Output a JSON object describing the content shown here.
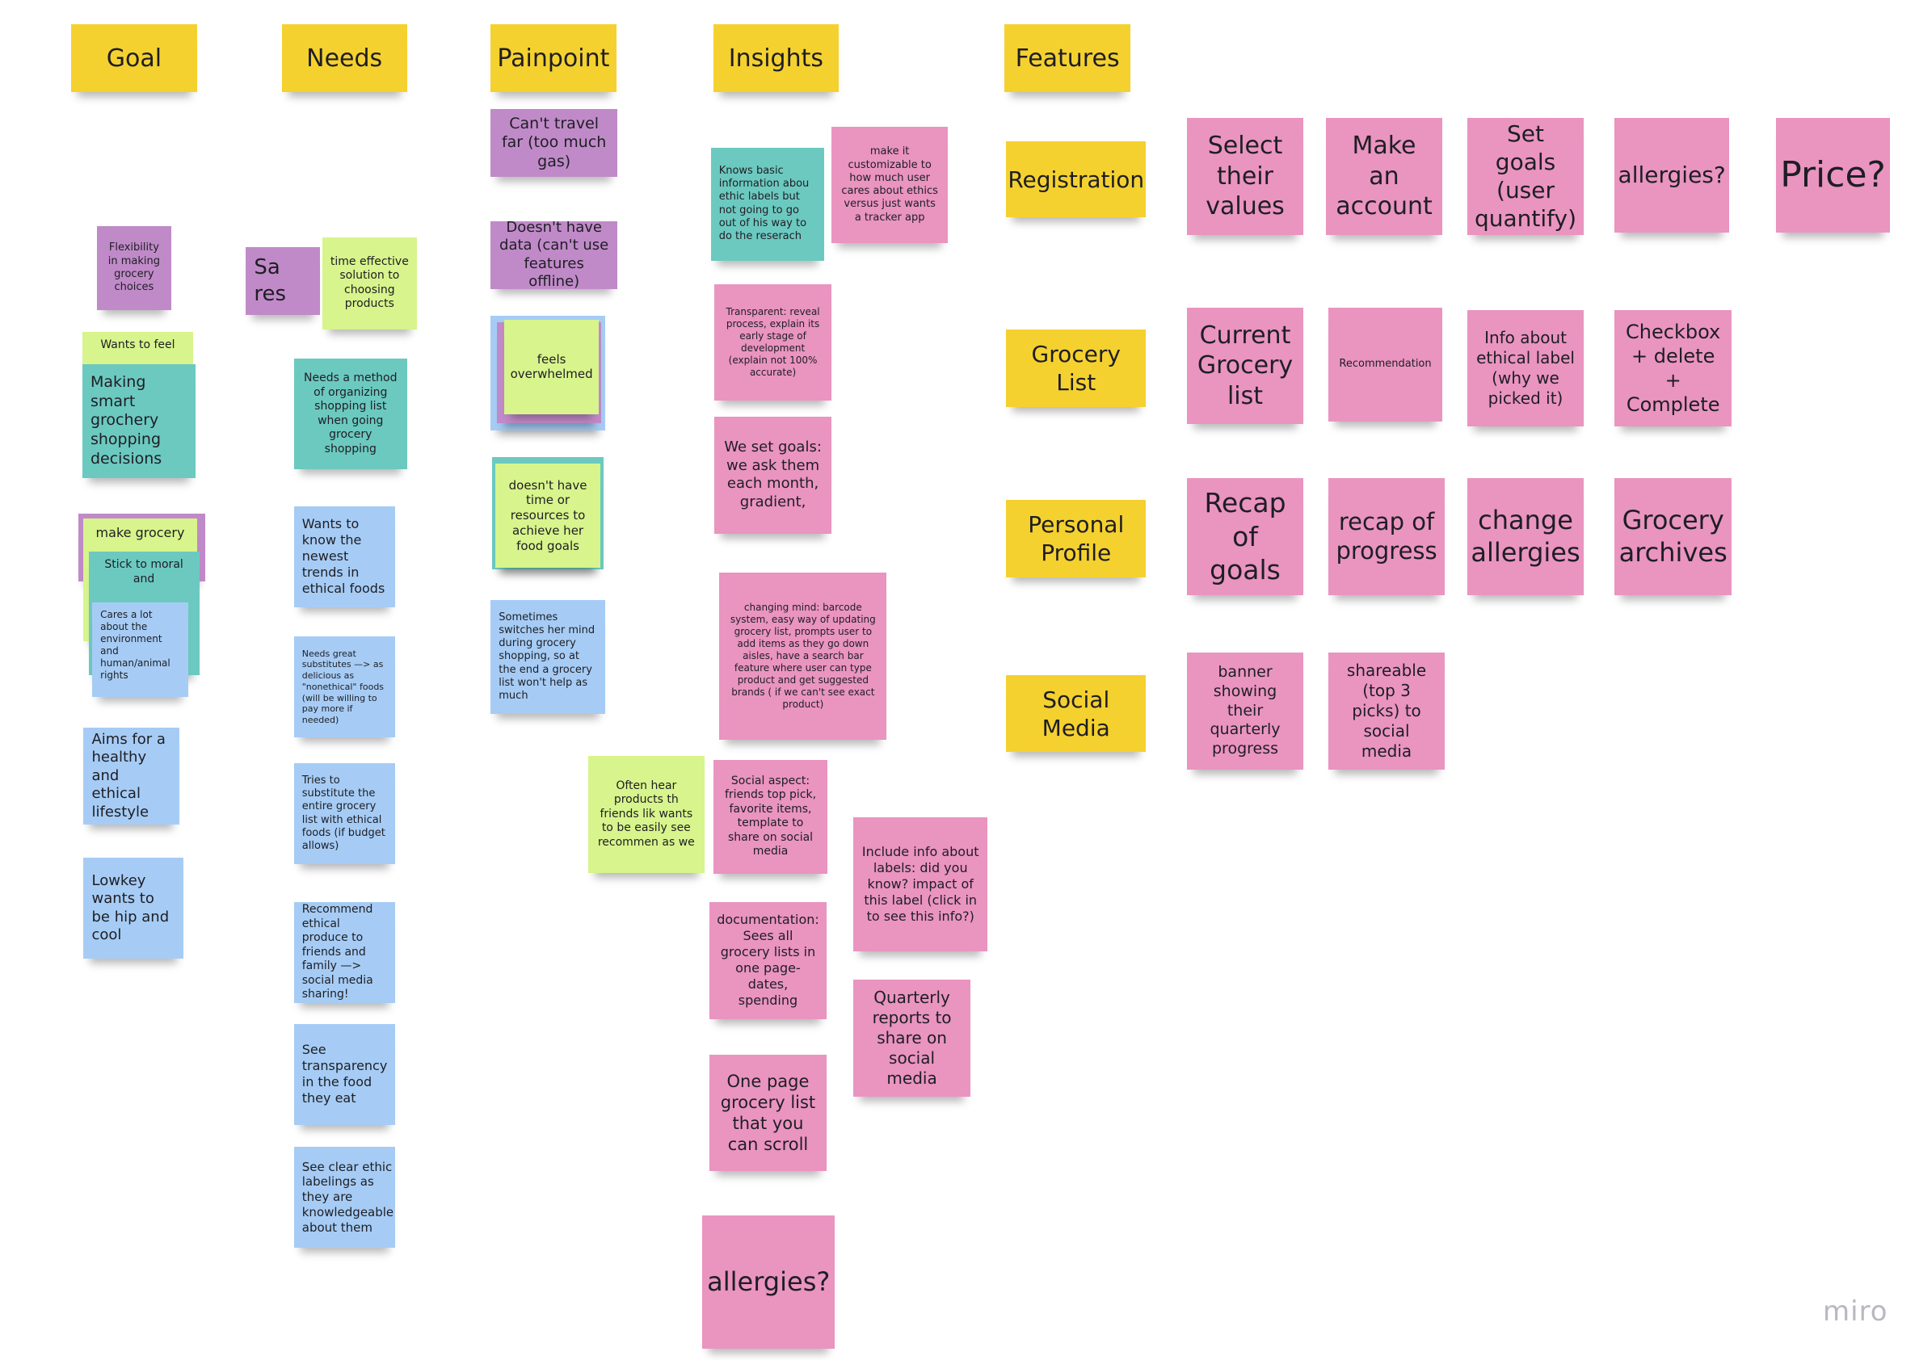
{
  "colors": {
    "yellow": "#f5d12f",
    "pink": "#ea94c0",
    "blue": "#a6ccf5",
    "teal": "#6cc9c0",
    "purple": "#c08ac8",
    "green": "#d8f48c"
  },
  "headers": {
    "goal": "Goal",
    "needs": "Needs",
    "painpoint": "Painpoint",
    "insights": "Insights",
    "features": "Features"
  },
  "rows": {
    "registration": "Registration",
    "grocery_list": "Grocery List",
    "personal_profile": "Personal Profile",
    "social_media": "Social Media"
  },
  "goal": [
    "Flexibility in making grocery choices",
    "Wants to feel",
    "Making smart grochery shopping decisions",
    "",
    "make grocery",
    "Stick to moral and",
    "Cares a lot about the environment and human/animal rights",
    "Aims for a healthy and ethical lifestyle",
    "Lowkey wants to be hip and cool"
  ],
  "needs": [
    "Sa res",
    "time effective solution to choosing products",
    "Needs a method of organizing shopping list when going grocery shopping",
    "Wants to know the newest trends in ethical foods",
    "Needs  great substitutes —> as delicious as \"nonethical\" foods (will be willing to pay more if needed)",
    "Tries to substitute the entire grocery list with ethical foods (if budget allows)",
    "Recommend ethical produce to friends and family —> social media sharing!",
    "See transparency in the food they eat",
    "See clear ethic labelings as they are knowledgeable about them"
  ],
  "painpoint": [
    "Can't travel far (too much gas)",
    "Doesn't have data (can't use features offline)",
    "",
    "",
    "feels overwhelmed",
    "",
    "doesn't have time or resources to achieve her food goals",
    "Sometimes switches her mind during grocery shopping, so at the end a grocery list won't help as much"
  ],
  "insights": [
    "Knows basic information abou ethic labels but not going to go out of his way to do the reserach",
    "make it customizable to how much user cares about ethics versus just wants a tracker app",
    "Transparent: reveal process, explain its early stage of development (explain not 100% accurate)",
    "We set goals: we ask them each month, gradient,",
    "changing mind: barcode system, easy way of updating grocery list, prompts user to add items as they go down aisles, have a search bar feature where user can type product and get suggested brands ( if we can't see exact product)",
    "Often hear products th friends lik wants to be easily see recommen as we",
    "Social aspect: friends top pick, favorite items, template to share on social media",
    "Include info about labels: did you know? impact of this label (click in to see this info?)",
    "documentation: Sees all grocery lists in one page- dates, spending",
    "Quarterly reports to share on social media",
    "One page grocery list that you can scroll",
    "allergies?"
  ],
  "features": {
    "registration": [
      "Select their values",
      "Make an account",
      "Set goals (user quantify)",
      "allergies?",
      "Price?"
    ],
    "grocery_list": [
      "Current Grocery list",
      "Recommendation",
      "Info about ethical label (why we picked it)",
      "Checkbox + delete + Complete"
    ],
    "personal_profile": [
      "Recap of goals",
      "recap of progress",
      "change allergies",
      "Grocery archives"
    ],
    "social_media": [
      "banner showing their quarterly progress",
      "shareable (top 3 picks) to social media"
    ]
  },
  "watermark": "miro"
}
